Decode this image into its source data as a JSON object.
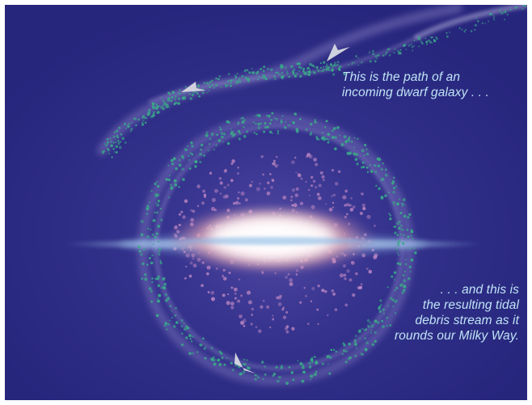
{
  "captions": {
    "dwarf_path": {
      "line1": "This is the path of an",
      "line2": "incoming dwarf galaxy  . . ."
    },
    "debris_stream": {
      "line1": ". . . and this is",
      "line2": "the resulting tidal",
      "line3": "debris stream as it",
      "line4": "rounds our Milky Way."
    }
  },
  "colors": {
    "background": "#2d2c85",
    "caption_text": "#bfe4f5",
    "stream_particles": "#3aa889",
    "halo_stars": "#c98ec8",
    "arrows": "#cfd2de"
  },
  "icons": {
    "arrow_shape": "direction-arrowhead"
  }
}
